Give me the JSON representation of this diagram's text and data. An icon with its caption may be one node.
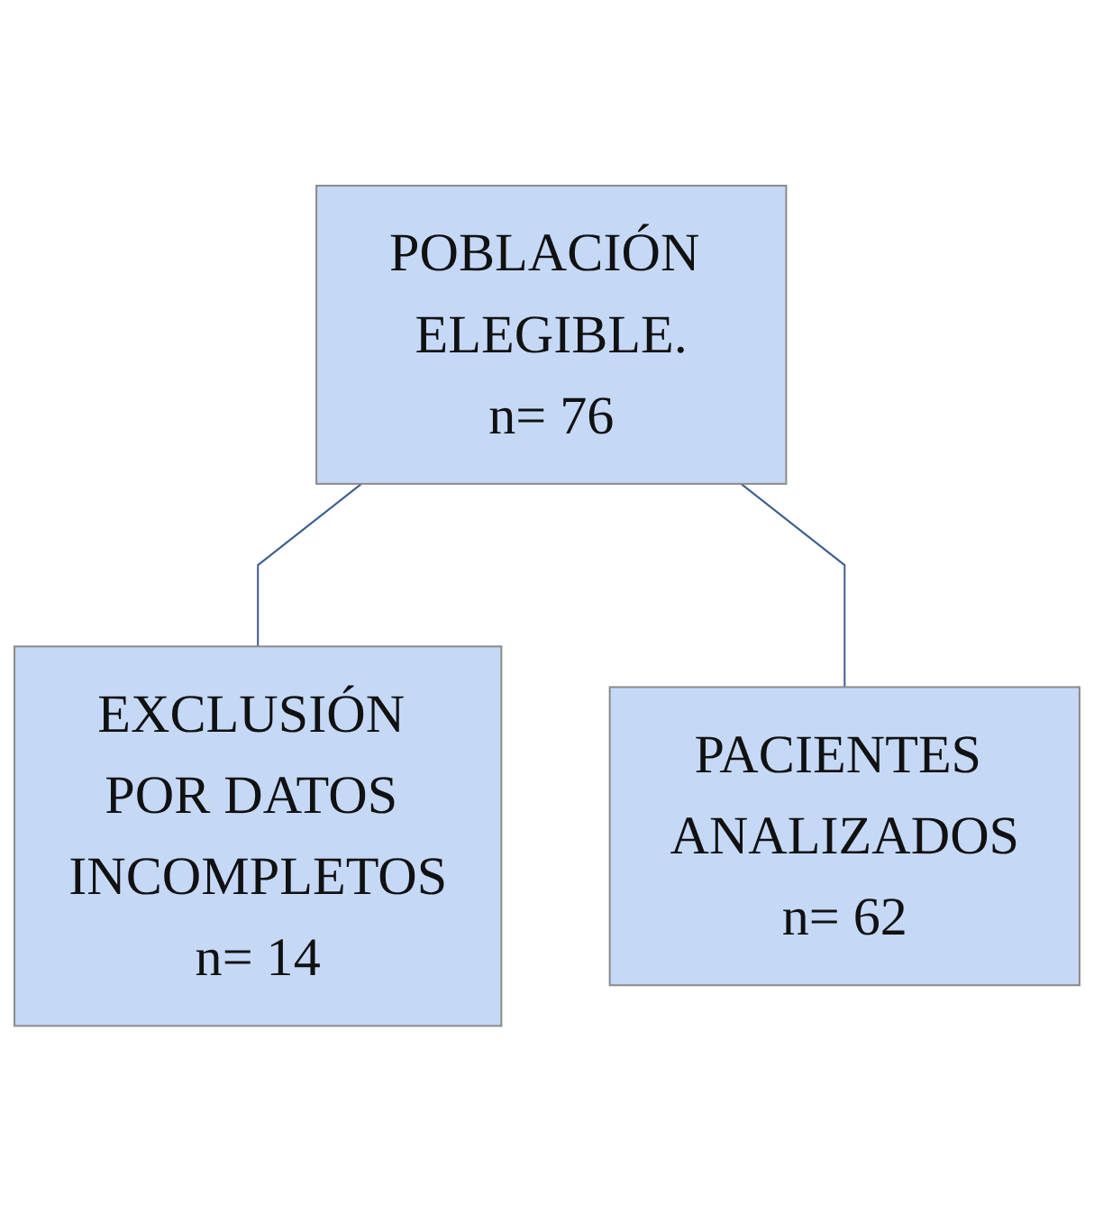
{
  "diagram": {
    "nodes": [
      {
        "text": [
          "POBLACIÓN ELEGIBLE.",
          "n= 76"
        ]
      },
      {
        "text": [
          "EXCLUSIÓN POR DATOS INCOMPLETOS",
          "n= 14"
        ]
      },
      {
        "text": [
          "PACIENTES ANALIZADOS",
          "n= 62"
        ]
      }
    ],
    "edges": [
      {
        "from": 0,
        "to": 1,
        "arrow": "none"
      },
      {
        "from": 0,
        "to": 2,
        "arrow": "none"
      }
    ]
  }
}
